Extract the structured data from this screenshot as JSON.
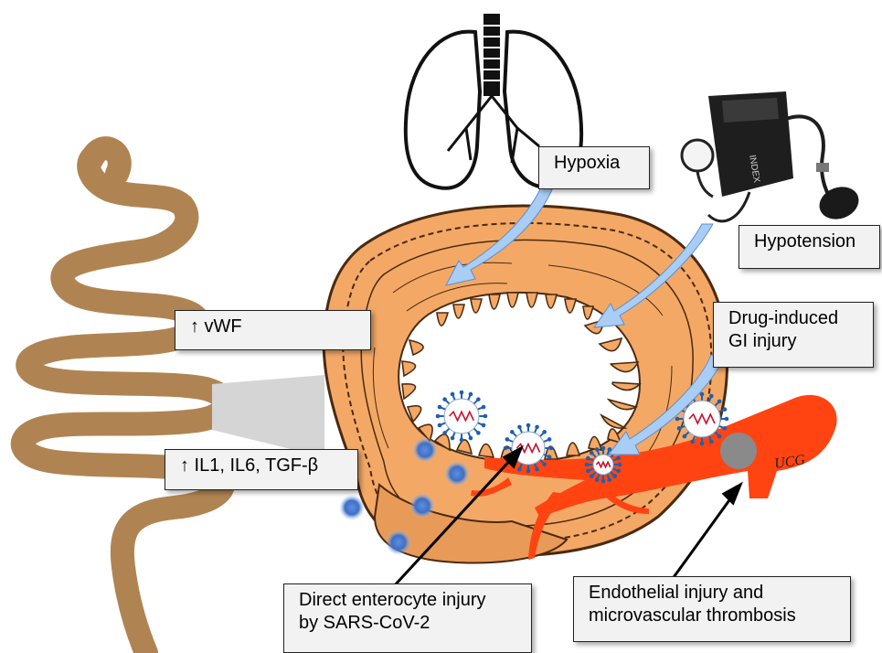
{
  "labels": {
    "hypoxia": "Hypoxia",
    "hypotension": "Hypotension",
    "vwf": "↑ vWF",
    "interleukins": "↑ IL1, IL6, TGF-β",
    "drug_line1": "Drug-induced",
    "drug_line2": "GI injury",
    "enterocyte_line1": "Direct enterocyte injury",
    "enterocyte_line2": "by SARS-CoV-2",
    "endothelial_line1": "Endothelial injury and",
    "endothelial_line2": "microvascular thrombosis",
    "signature": "UCG",
    "cuff_text": "INDEX"
  },
  "colors": {
    "intestine_tube": "#b08452",
    "wall_fill": "#f3a866",
    "wall_stroke": "#4a2a10",
    "vessel": "#ff4412",
    "arrow_blue": "#a9cdf5",
    "virus_spike": "#1f5fb0",
    "virus_rna": "#c8102e",
    "immune_cell": "#4a7bd0",
    "cuff": "#2a2a2a"
  }
}
